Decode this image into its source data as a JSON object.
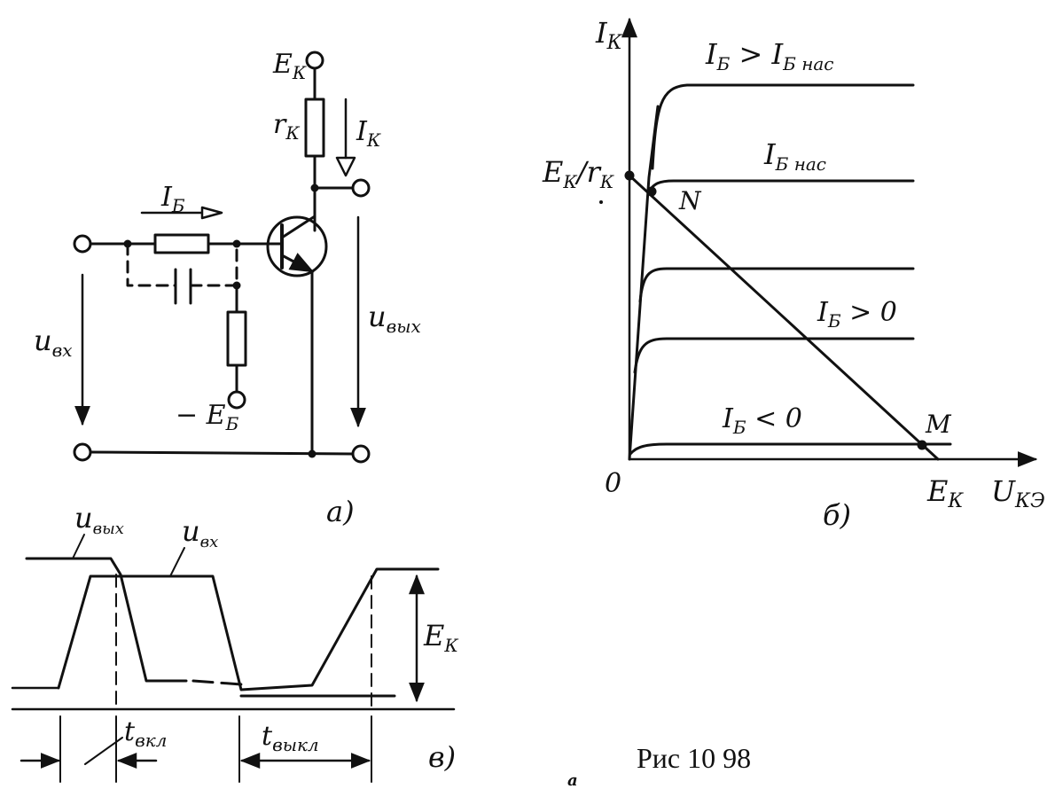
{
  "caption": "Рис 10 98",
  "stray_mark": "a",
  "panel_a": {
    "label": "а)",
    "supply_label": "E",
    "supply_sub": "К",
    "collector_resistor_label": "r",
    "collector_resistor_sub": "К",
    "collector_current_label": "I",
    "collector_current_sub": "К",
    "base_current_label": "I",
    "base_current_sub": "Б",
    "bias_label": "− E",
    "bias_sub": "Б",
    "input_voltage_label": "u",
    "input_voltage_sub": "вх",
    "output_voltage_label": "u",
    "output_voltage_sub": "вых"
  },
  "panel_b": {
    "label": "б)",
    "y_axis_label": "I",
    "y_axis_sub": "К",
    "x_axis_label": "U",
    "x_axis_sub": "КЭ",
    "origin_label": "0",
    "x_intercept_label": "E",
    "x_intercept_sub": "К",
    "y_intercept_label": "E",
    "y_intercept_sub1": "К",
    "y_intercept_sep": "/r",
    "y_intercept_sub2": "К",
    "point_n": "N",
    "point_m": "M",
    "curves": [
      {
        "label_main": "I",
        "label_sub": "Б",
        "label_rel": " > I",
        "label_sub2": "Б нас"
      },
      {
        "label_main": "I",
        "label_sub": "Б нас"
      },
      {
        "label_main": "",
        "label_sub": ""
      },
      {
        "label_main": "I",
        "label_sub": "Б",
        "label_rel": " > 0"
      },
      {
        "label_main": "I",
        "label_sub": "Б",
        "label_rel": " < 0"
      }
    ]
  },
  "panel_c": {
    "label": "в)",
    "output_label": "u",
    "output_sub": "вых",
    "input_label": "u",
    "input_sub": "вх",
    "amplitude_label": "E",
    "amplitude_sub": "К",
    "t_on_label": "t",
    "t_on_sub": "вкл",
    "t_off_label": "t",
    "t_off_sub": "выкл"
  }
}
